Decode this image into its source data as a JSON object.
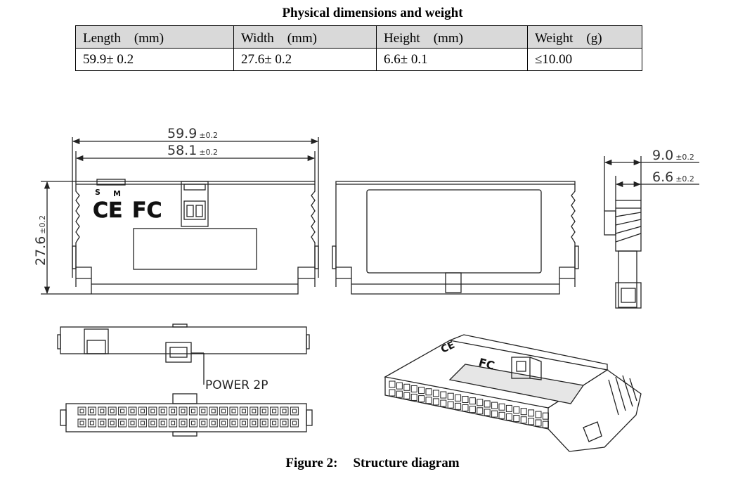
{
  "table": {
    "title": "Physical dimensions and weight",
    "headers": [
      "Length　(mm)",
      "Width　(mm)",
      "Height　(mm)",
      "Weight　(g)"
    ],
    "row": [
      "59.9± 0.2",
      "27.6± 0.2",
      "6.6± 0.1",
      "≤10.00"
    ]
  },
  "diagram": {
    "dim_length_outer": "59.9",
    "dim_length_outer_tol": "±0.2",
    "dim_length_inner": "58.1",
    "dim_length_inner_tol": "±0.2",
    "dim_width": "27.6",
    "dim_width_tol": "±0.2",
    "dim_side_outer": "9.0",
    "dim_side_outer_tol": "±0.2",
    "dim_side_inner": "6.6",
    "dim_side_inner_tol": "±0.2",
    "mark_s": "S",
    "mark_m": "M",
    "mark_ce": "CE",
    "mark_fc": "FC",
    "power_label": "POWER 2P"
  },
  "figure": {
    "number": "Figure 2:",
    "title": "Structure diagram"
  }
}
